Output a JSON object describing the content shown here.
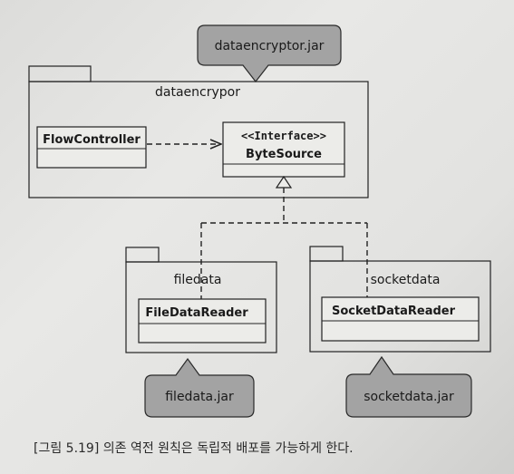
{
  "jars": {
    "top": "dataencryptor.jar",
    "filedata": "filedata.jar",
    "socketdata": "socketdata.jar"
  },
  "packages": {
    "main": "dataencrypor",
    "filedata": "filedata",
    "socketdata": "socketdata"
  },
  "classes": {
    "flow_controller": "FlowController",
    "interface_stereotype": "<<Interface>>",
    "byte_source": "ByteSource",
    "file_data_reader": "FileDataReader",
    "socket_data_reader": "SocketDataReader"
  },
  "caption": "[그림 5.19] 의존 역전 원칙은 독립적 배포를 가능하게 한다."
}
